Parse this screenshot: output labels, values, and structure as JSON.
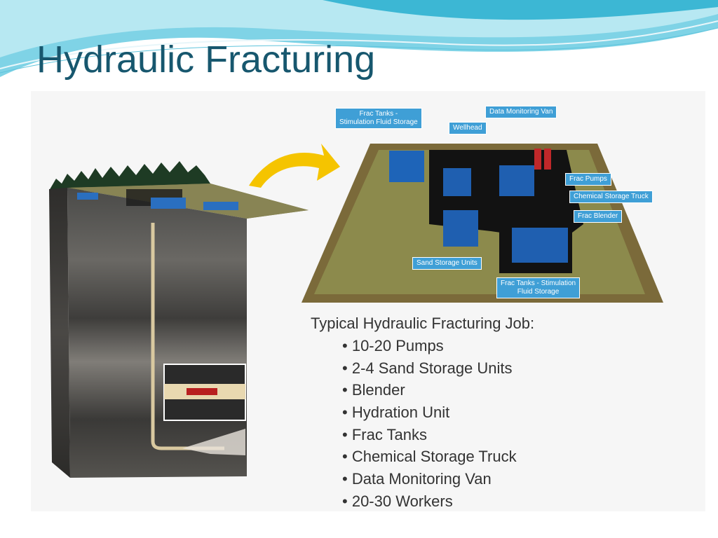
{
  "slide": {
    "title": "Hydraulic Fracturing"
  },
  "callouts": {
    "frac_tanks_top": "Frac Tanks -\nStimulation Fluid Storage",
    "data_van": "Data Monitoring Van",
    "wellhead": "Wellhead",
    "frac_pumps": "Frac Pumps",
    "chemical_truck": "Chemical Storage Truck",
    "frac_blender": "Frac Blender",
    "sand_storage": "Sand Storage Units",
    "frac_tanks_bottom": "Frac Tanks - Stimulation\nFluid Storage"
  },
  "job": {
    "heading": "Typical Hydraulic Fracturing Job:",
    "items": [
      "10-20 Pumps",
      "2-4 Sand Storage Units",
      "Blender",
      "Hydration Unit",
      "Frac Tanks",
      "Chemical Storage Truck",
      "Data Monitoring Van",
      "20-30 Workers"
    ]
  },
  "colors": {
    "title": "#17576e",
    "callout": "#3f9fd6",
    "arrow": "#f5c400",
    "ground": "#8a8050"
  }
}
